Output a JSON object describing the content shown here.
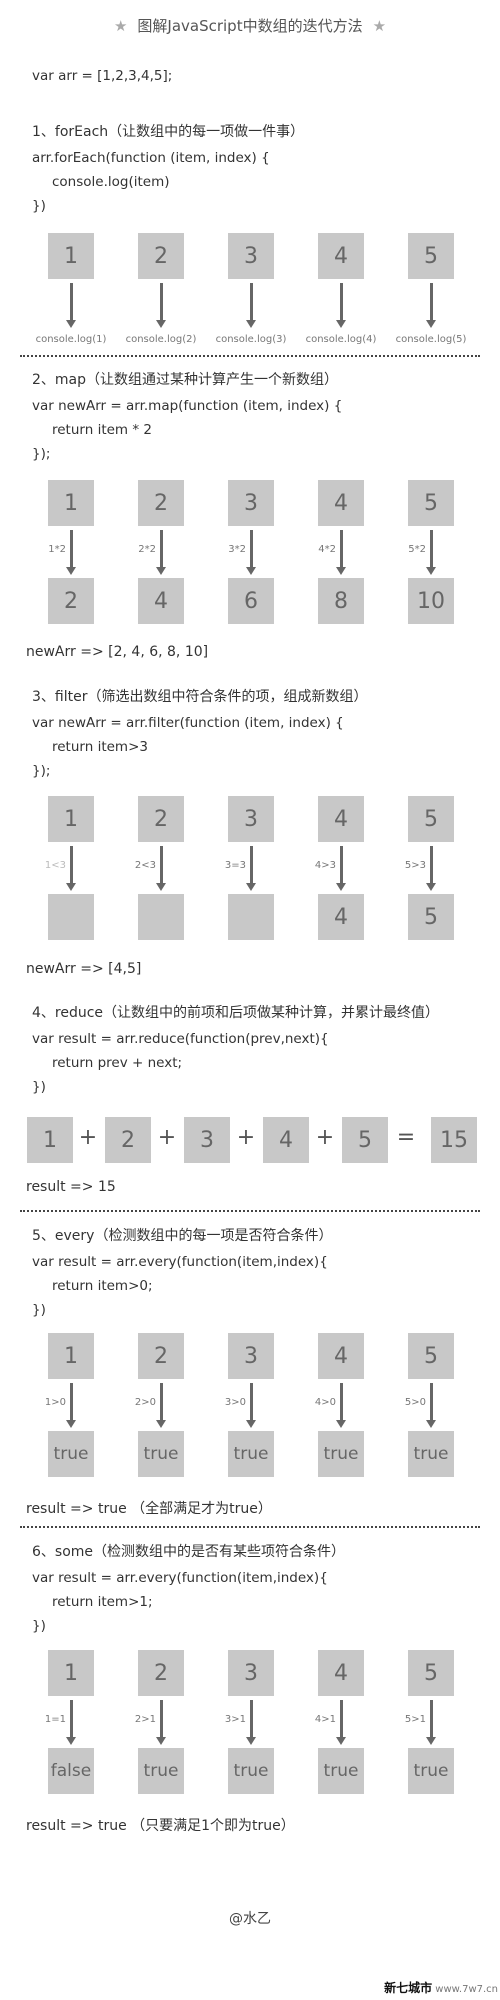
{
  "title": "图解JavaScript中数组的迭代方法",
  "declaration": "var arr = [1,2,3,4,5];",
  "items": [
    1,
    2,
    3,
    4,
    5
  ],
  "sections": {
    "forEach": {
      "heading": "1、forEach（让数组中的每一项做一件事）",
      "code": [
        "arr.forEach(function (item, index) {",
        "console.log(item)",
        "})"
      ],
      "outputs": [
        "console.log(1)",
        "console.log(2)",
        "console.log(3)",
        "console.log(4)",
        "console.log(5)"
      ]
    },
    "map": {
      "heading": "2、map（让数组通过某种计算产生一个新数组）",
      "code": [
        "var newArr = arr.map(function (item, index) {",
        "return item * 2",
        "});"
      ],
      "labels": [
        "1*2",
        "2*2",
        "3*2",
        "4*2",
        "5*2"
      ],
      "outputs": [
        "2",
        "4",
        "6",
        "8",
        "10"
      ],
      "result": "newArr => [2, 4, 6, 8, 10]"
    },
    "filter": {
      "heading": "3、filter（筛选出数组中符合条件的项，组成新数组）",
      "code": [
        "var newArr = arr.filter(function (item, index) {",
        "return item>3",
        "});"
      ],
      "labels": [
        "1<3",
        "2<3",
        "3=3",
        "4>3",
        "5>3"
      ],
      "outputs": [
        "",
        "",
        "",
        "4",
        "5"
      ],
      "result": "newArr => [4,5]"
    },
    "reduce": {
      "heading": "4、reduce（让数组中的前项和后项做某种计算，并累计最终值）",
      "code": [
        "var result = arr.reduce(function(prev,next){",
        "return prev + next;",
        "})"
      ],
      "operators": [
        "+",
        "+",
        "+",
        "+",
        "="
      ],
      "total": "15",
      "result": "result => 15"
    },
    "every": {
      "heading": "5、every（检测数组中的每一项是否符合条件）",
      "code": [
        "var result = arr.every(function(item,index){",
        "return item>0;",
        "})"
      ],
      "labels": [
        "1>0",
        "2>0",
        "3>0",
        "4>0",
        "5>0"
      ],
      "outputs": [
        "true",
        "true",
        "true",
        "true",
        "true"
      ],
      "result": "result => true （全部满足才为true）"
    },
    "some": {
      "heading": "6、some（检测数组中的是否有某些项符合条件）",
      "code": [
        "var result = arr.every(function(item,index){",
        "return item>1;",
        "})"
      ],
      "labels": [
        "1=1",
        "2>1",
        "3>1",
        "4>1",
        "5>1"
      ],
      "outputs": [
        "false",
        "true",
        "true",
        "true",
        "true"
      ],
      "result": "result => true （只要满足1个即为true）"
    }
  },
  "author": "@水乙",
  "watermark": {
    "site": "新七城市",
    "url": "www.7w7.cn"
  }
}
